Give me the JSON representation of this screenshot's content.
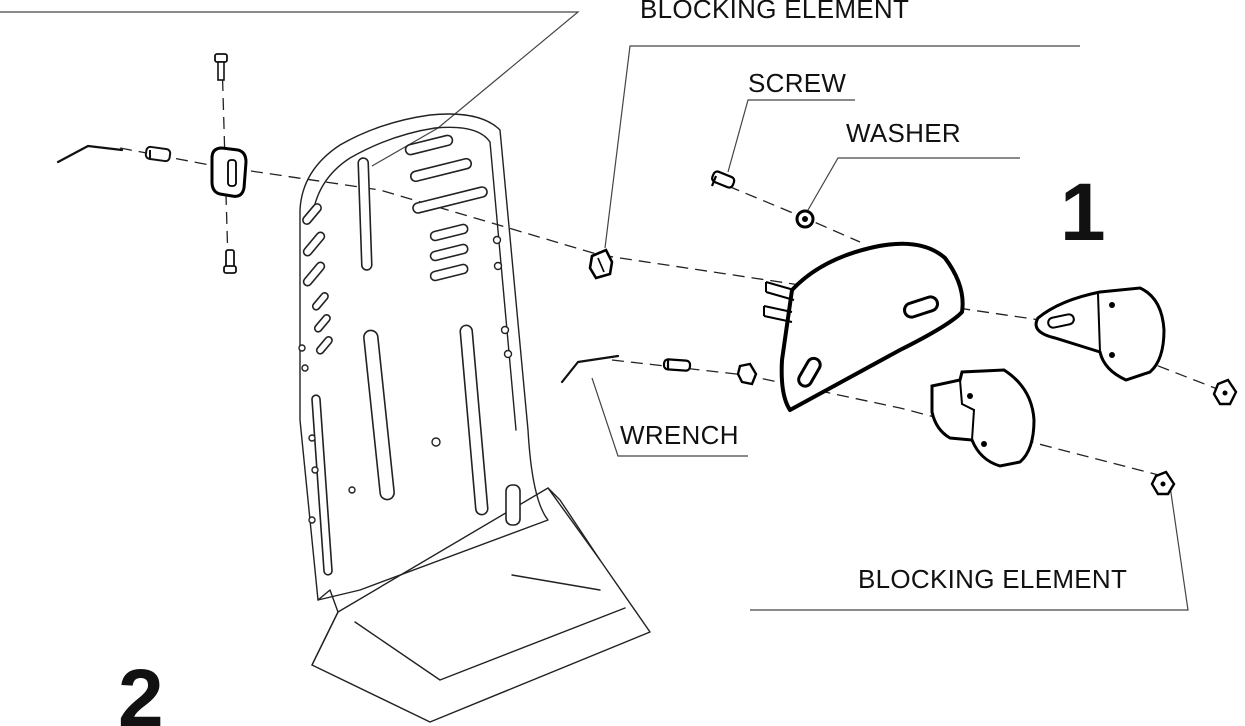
{
  "labels": {
    "blocking_element_top": "BLOCKING ELEMENT",
    "screw": "SCREW",
    "washer": "WASHER",
    "wrench": "WRENCH",
    "blocking_element_bottom": "BLOCKING ELEMENT",
    "step_1": "1",
    "step_2": "2"
  }
}
